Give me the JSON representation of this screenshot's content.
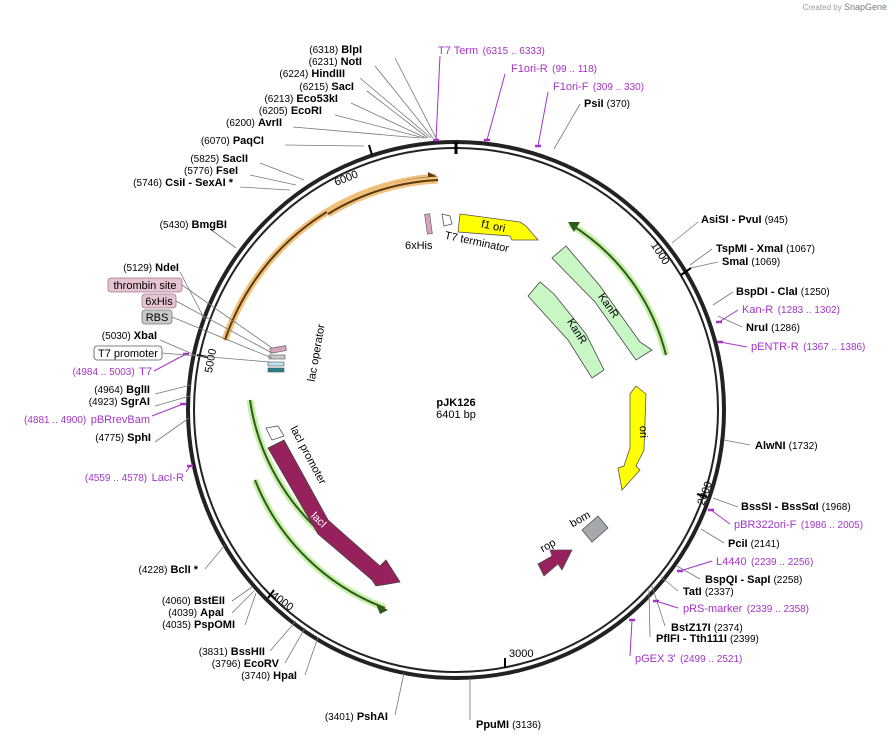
{
  "brand": {
    "prefix": "Created by",
    "name": "SnapGene"
  },
  "plasmid": {
    "name": "pJK126",
    "size_label": "6401 bp",
    "length_bp": 6401
  },
  "ticks": [
    "1000",
    "2000",
    "3000",
    "4000",
    "5000",
    "6000"
  ],
  "sites": [
    {
      "name": "BlpI",
      "pos": "(6318)"
    },
    {
      "name": "NotI",
      "pos": "(6231)"
    },
    {
      "name": "HindIII",
      "pos": "(6224)"
    },
    {
      "name": "SacI",
      "pos": "(6215)"
    },
    {
      "name": "Eco53kI",
      "pos": "(6213)"
    },
    {
      "name": "EcoRI",
      "pos": "(6205)"
    },
    {
      "name": "AvrII",
      "pos": "(6200)"
    },
    {
      "name": "PaqCI",
      "pos": "(6070)"
    },
    {
      "name": "SacII",
      "pos": "(5825)"
    },
    {
      "name": "FseI",
      "pos": "(5776)"
    },
    {
      "name": "CsiI",
      "name2": " - SexAI *",
      "pos": "(5746)"
    },
    {
      "name": "BmgBI",
      "pos": "(5430)"
    },
    {
      "name": "NdeI",
      "pos": "(5129)"
    },
    {
      "name": "XbaI",
      "pos": "(5030)"
    },
    {
      "name": "BglII",
      "pos": "(4964)"
    },
    {
      "name": "SgrAI",
      "pos": "(4923)"
    },
    {
      "name": "SphI",
      "pos": "(4775)"
    },
    {
      "name": "BclI *",
      "pos": "(4228)"
    },
    {
      "name": "BstEII",
      "pos": "(4060)"
    },
    {
      "name": "ApaI",
      "pos": "(4039)"
    },
    {
      "name": "PspOMI",
      "pos": "(4035)"
    },
    {
      "name": "BssHII",
      "pos": "(3831)"
    },
    {
      "name": "EcoRV",
      "pos": "(3796)"
    },
    {
      "name": "HpaI",
      "pos": "(3740)"
    },
    {
      "name": "PshAI",
      "pos": "(3401)"
    },
    {
      "name": "PpuMI",
      "pos": "(3136)"
    },
    {
      "name": "PsiI",
      "pos": "(370)"
    },
    {
      "name": "AsiSI",
      "name2": " - PvuI",
      "pos": "(945)"
    },
    {
      "name": "TspMI",
      "name2": " - XmaI",
      "pos": "(1067)"
    },
    {
      "name": "SmaI",
      "pos": "(1069)"
    },
    {
      "name": "BspDI",
      "name2": " - ClaI",
      "pos": "(1250)"
    },
    {
      "name": "NruI",
      "pos": "(1286)"
    },
    {
      "name": "AlwNI",
      "pos": "(1732)"
    },
    {
      "name": "BssSI",
      "name2": " - BssSαI",
      "pos": "(1968)"
    },
    {
      "name": "PciI",
      "pos": "(2141)"
    },
    {
      "name": "BspQI",
      "name2": " - SapI",
      "pos": "(2258)"
    },
    {
      "name": "TatI",
      "pos": "(2337)"
    },
    {
      "name": "BstZ17I",
      "pos": "(2374)"
    },
    {
      "name": "PflFI",
      "name2": " - Tth111I",
      "pos": "(2399)"
    }
  ],
  "primers": [
    {
      "name": "T7 Term",
      "pos": "(6315 .. 6333)"
    },
    {
      "name": "F1ori-R",
      "pos": "(99 .. 118)"
    },
    {
      "name": "F1ori-F",
      "pos": "(309 .. 330)"
    },
    {
      "name": "Kan-R",
      "pos": "(1283 .. 1302)"
    },
    {
      "name": "pENTR-R",
      "pos": "(1367 .. 1386)"
    },
    {
      "name": "pBR322ori-F",
      "pos": "(1986 .. 2005)"
    },
    {
      "name": "L4440",
      "pos": "(2239 .. 2256)"
    },
    {
      "name": "pRS-marker",
      "pos": "(2339 .. 2358)"
    },
    {
      "name": "pGEX 3'",
      "pos": "(2499 .. 2521)"
    },
    {
      "name": "LacI-R",
      "pos": "(4559 .. 4578)"
    },
    {
      "name": "pBRrevBam",
      "pos": "(4881 .. 4900)"
    },
    {
      "name": "T7",
      "pos": "(4984 .. 5003)"
    }
  ],
  "boxed_features": [
    {
      "name": "thrombin site"
    },
    {
      "name": "6xHis"
    },
    {
      "name": "RBS"
    },
    {
      "name": "T7 promoter"
    }
  ],
  "features": {
    "his_tag": "6xHis",
    "t7_terminator": "T7 terminator",
    "f1_ori": "f1 ori",
    "kanr_a": "KanR",
    "kanr_b": "KanR",
    "ori": "ori",
    "bom": "bom",
    "rop": "rop",
    "laci": "lacI",
    "laci_promoter": "lacI promoter",
    "lac_operator": "lac operator"
  },
  "colors": {
    "backbone": "#222222",
    "primer": "#a434c8",
    "f1_ori": "#ffff00",
    "kanr": "#c8f7c5",
    "ori": "#ffff00",
    "laci": "#97215c",
    "rop": "#97215c",
    "bom": "#a5a9ad",
    "orf_orange": "#f2a94a",
    "orf_green": "#8fd46a"
  }
}
